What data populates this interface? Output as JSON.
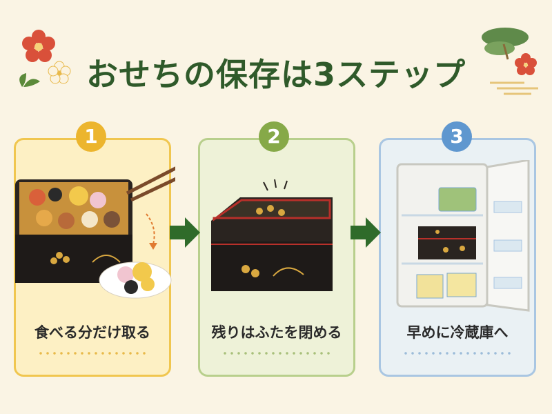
{
  "title": "おせちの保存は3ステップ",
  "steps": [
    {
      "number": "1",
      "label": "食べる分だけ取る",
      "color": "#ecb52e"
    },
    {
      "number": "2",
      "label": "残りはふたを閉める",
      "color": "#86a948"
    },
    {
      "number": "3",
      "label": "早めに冷蔵庫へ",
      "color": "#5f97cf"
    }
  ],
  "colors": {
    "title": "#2f5a2a",
    "arrow": "#2f6b2a",
    "background": "#faf4e4"
  },
  "icons": [
    "plum-blossom-icon",
    "pine-icon",
    "bamboo-leaf-icon",
    "cloud-icon",
    "arrow-right-icon"
  ]
}
